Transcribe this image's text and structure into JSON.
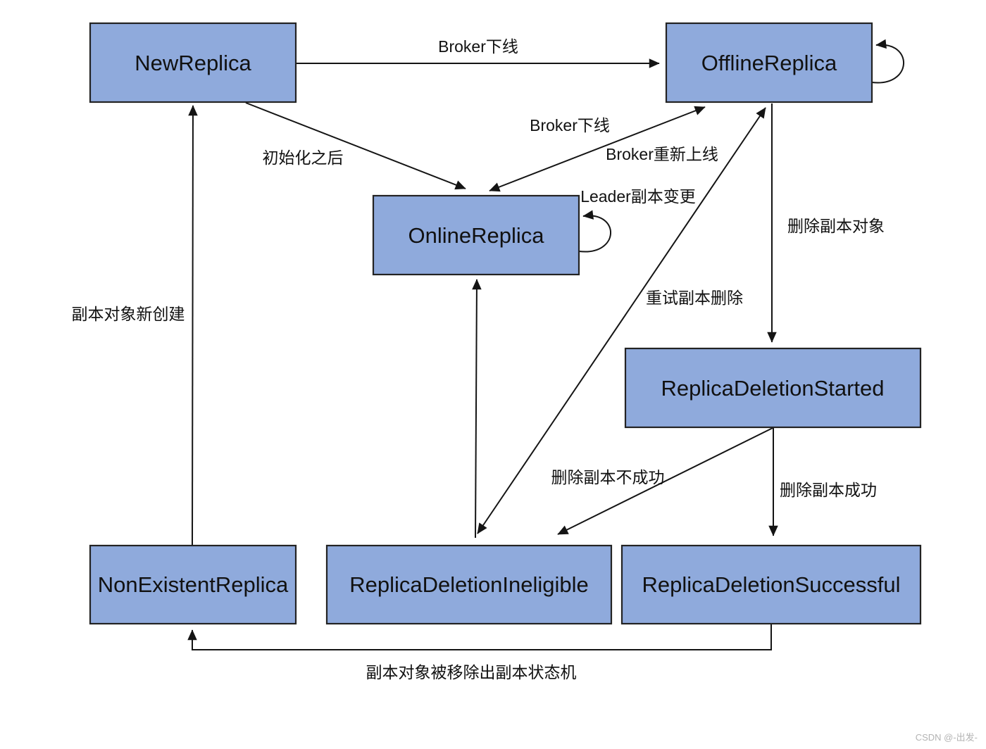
{
  "diagram": {
    "nodes": {
      "new_replica": {
        "label": "NewReplica"
      },
      "offline_replica": {
        "label": "OfflineReplica"
      },
      "online_replica": {
        "label": "OnlineReplica"
      },
      "replica_deletion_started": {
        "label": "ReplicaDeletionStarted"
      },
      "non_existent_replica": {
        "label": "NonExistentReplica"
      },
      "replica_deletion_ineligible": {
        "label": "ReplicaDeletionIneligible"
      },
      "replica_deletion_successful": {
        "label": "ReplicaDeletionSuccessful"
      }
    },
    "edges": {
      "new_to_offline": {
        "label": "Broker下线"
      },
      "new_to_online": {
        "label": "初始化之后"
      },
      "online_to_offline": {
        "label": "Broker下线"
      },
      "offline_to_online": {
        "label": "Broker重新上线"
      },
      "online_self": {
        "label": "Leader副本变更"
      },
      "offline_to_started": {
        "label": "删除副本对象"
      },
      "ineligible_to_offline": {
        "label": "重试副本删除"
      },
      "started_to_ineligible": {
        "label": "删除副本不成功"
      },
      "started_to_successful": {
        "label": "删除副本成功"
      },
      "nonexistent_to_new": {
        "label": "副本对象新创建"
      },
      "successful_to_nonexistent": {
        "label": "副本对象被移除出副本状态机"
      }
    },
    "watermark": "CSDN @-出发-",
    "colors": {
      "node_fill": "#8faadc",
      "node_border": "#232323",
      "edge_color": "#141414",
      "label_color": "#111111",
      "watermark_color": "#b3b3b3"
    }
  }
}
